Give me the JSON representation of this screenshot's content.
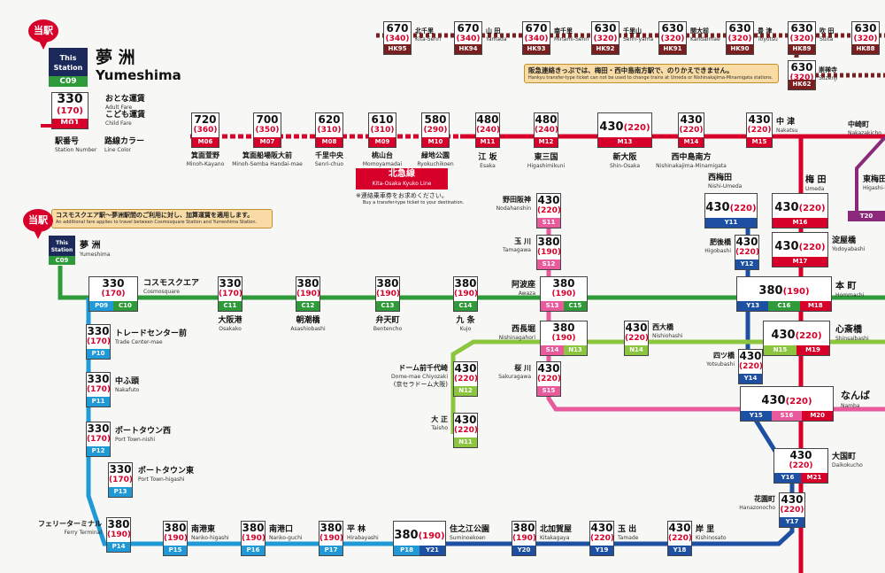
{
  "legend": {
    "current_label": "当駅",
    "this_station_label": "This\nStation",
    "this_station_code": "C09",
    "station_jp": "夢 洲",
    "station_en": "Yumeshima",
    "sample_adult": "330",
    "sample_child": "(170)",
    "sample_code": "M01",
    "adult_jp": "おとな運賃",
    "adult_en": "Adult Fare",
    "child_jp": "こども運賃",
    "child_en": "Child Fare",
    "number_jp": "駅番号",
    "number_en": "Station Number",
    "color_jp": "路線カラー",
    "color_en": "Line Color"
  },
  "hankyu_note": {
    "jp": "阪急連絡きっぷでは、梅田・西中島南方駅で、のりかえできません。",
    "en": "Hankyu transfer-type ticket can not be used to change trains at Umeda or Nishinakajima-Minamigata stations."
  },
  "kita_osaka": {
    "label_jp": "北急線",
    "label_en": "Kita-Osaka Kyuko Line",
    "note_jp": "※連絡乗車券をお求めください。",
    "note_en": "Buy a transfer-type ticket to your destination."
  },
  "cosmo_note": {
    "jp": "コスモスクエア駅〜夢洲駅間のご利用に対し、加算運賃を適用します。",
    "en": "An additional fare applies to travel between Cosmosquare Station and Yumeshima Station."
  },
  "current_station": {
    "bubble": "当駅",
    "this_station": "This\nStation",
    "code": "C09",
    "jp": "夢 洲",
    "en": "Yumeshima"
  },
  "hankyu": [
    {
      "a": "670",
      "c": "(340)",
      "code": "HK95",
      "jp": "北千里",
      "en": "Kita-Senri"
    },
    {
      "a": "670",
      "c": "(340)",
      "code": "HK94",
      "jp": "山 田",
      "en": "Yamada"
    },
    {
      "a": "670",
      "c": "(340)",
      "code": "HK93",
      "jp": "南千里",
      "en": "Minami-Senri"
    },
    {
      "a": "630",
      "c": "(320)",
      "code": "HK92",
      "jp": "千里山",
      "en": "Senri-yama"
    },
    {
      "a": "630",
      "c": "(320)",
      "code": "HK91",
      "jp": "関大前",
      "en": "Kandaimae"
    },
    {
      "a": "630",
      "c": "(320)",
      "code": "HK90",
      "jp": "豊 津",
      "en": "Toyotsu"
    },
    {
      "a": "630",
      "c": "(320)",
      "code": "HK89",
      "jp": "吹 田",
      "en": "Suita"
    },
    {
      "a": "630",
      "c": "(320)",
      "code": "HK88",
      "jp": "",
      "en": ""
    },
    {
      "a": "630",
      "c": "(320)",
      "code": "HK62",
      "jp": "崇禅寺",
      "en": "Sozenji"
    }
  ],
  "kitakyu": [
    {
      "a": "720",
      "c": "(360)",
      "code": "M06",
      "jp": "箕面萱野",
      "en": "Minoh-Kayano"
    },
    {
      "a": "700",
      "c": "(350)",
      "code": "M07",
      "jp": "箕面船場阪大前",
      "en": "Minoh-Semba Handai-mae"
    },
    {
      "a": "620",
      "c": "(310)",
      "code": "M08",
      "jp": "千里中央",
      "en": "Senri-chuo"
    },
    {
      "a": "610",
      "c": "(310)",
      "code": "M09",
      "jp": "桃山台",
      "en": "Momoyamadai"
    },
    {
      "a": "580",
      "c": "(290)",
      "code": "M10",
      "jp": "緑地公園",
      "en": "Ryokuchikoen"
    }
  ],
  "midosuji_n": [
    {
      "a": "480",
      "c": "(240)",
      "code": "M11",
      "jp": "江 坂",
      "en": "Esaka"
    },
    {
      "a": "480",
      "c": "(240)",
      "code": "M12",
      "jp": "東三国",
      "en": "Higashimikuni"
    },
    {
      "a": "430",
      "c": "(220)",
      "code": "M13",
      "jp": "新大阪",
      "en": "Shin-Osaka"
    },
    {
      "a": "430",
      "c": "(220)",
      "code": "M14",
      "jp": "西中島南方",
      "en": "Nishinakajima-Minamigata"
    },
    {
      "a": "430",
      "c": "(220)",
      "code": "M15",
      "jp": "中 津",
      "en": "Nakatsu"
    }
  ],
  "midosuji_s": [
    {
      "a": "430",
      "c": "(220)",
      "code": "M16",
      "jp": "梅 田",
      "en": "Umeda"
    },
    {
      "a": "430",
      "c": "(220)",
      "code": "M17",
      "jp": "淀屋橋",
      "en": "Yodoyabashi"
    }
  ],
  "tanimachi": [
    {
      "jp": "中崎町",
      "en": "Nakazakicho"
    },
    {
      "jp": "東梅田",
      "en": "Higashi-Umeda",
      "code": "T20"
    }
  ],
  "yotsubashi": [
    {
      "a": "430",
      "c": "(220)",
      "code": "Y11",
      "jp": "西梅田",
      "en": "Nishi-Umeda"
    },
    {
      "a": "430",
      "c": "(220)",
      "code": "Y12",
      "jp": "肥後橋",
      "en": "Higobashi"
    },
    {
      "a": "430",
      "c": "(220)",
      "code": "Y14",
      "jp": "四ツ橋",
      "en": "Yotsubashi"
    },
    {
      "a": "430",
      "c": "(220)",
      "code": "Y17",
      "jp": "花園町",
      "en": "Hanazonocho"
    },
    {
      "a": "430",
      "c": "(220)",
      "code": "Y18",
      "jp": "岸 里",
      "en": "Kishinosato"
    },
    {
      "a": "430",
      "c": "(220)",
      "code": "Y19",
      "jp": "玉 出",
      "en": "Tamade"
    },
    {
      "a": "380",
      "c": "(190)",
      "code": "Y20",
      "jp": "北加賀屋",
      "en": "Kitakagaya"
    }
  ],
  "chuo": [
    {
      "a": "330",
      "c": "(170)",
      "code": "C11",
      "jp": "大阪港",
      "en": "Osakako"
    },
    {
      "a": "380",
      "c": "(190)",
      "code": "C12",
      "jp": "朝潮橋",
      "en": "Asashiobashi"
    },
    {
      "a": "380",
      "c": "(190)",
      "code": "C13",
      "jp": "弁天町",
      "en": "Bentencho"
    },
    {
      "a": "380",
      "c": "(190)",
      "code": "C14",
      "jp": "九 条",
      "en": "Kujo"
    }
  ],
  "cosmosquare": {
    "a": "330",
    "c": "(170)",
    "code1": "P09",
    "code2": "C10",
    "jp": "コスモスクエア",
    "en": "Cosmosquare"
  },
  "awaza": {
    "a": "380",
    "c": "(190)",
    "code1": "S13",
    "code2": "C15",
    "jp": "阿波座",
    "en": "Awaza"
  },
  "hommachi": {
    "a": "380",
    "c": "(190)",
    "code1": "Y13",
    "code2": "C16",
    "code3": "M18",
    "jp": "本 町",
    "en": "Hommachi"
  },
  "shinsaibashi": {
    "a": "430",
    "c": "(220)",
    "code1": "N15",
    "code2": "M19",
    "jp": "心斎橋",
    "en": "Shinsaibashi"
  },
  "namba": {
    "a": "430",
    "c": "(220)",
    "code1": "Y15",
    "code2": "S16",
    "code3": "M20",
    "jp": "なんば",
    "en": "Namba"
  },
  "daikokucho": {
    "a": "430",
    "c": "(220)",
    "code1": "Y16",
    "code2": "M21",
    "jp": "大国町",
    "en": "Daikokucho"
  },
  "nishinagahori": {
    "a": "380",
    "c": "(190)",
    "code1": "S14",
    "code2": "N13",
    "jp": "西長堀",
    "en": "Nishinagahori"
  },
  "suminoekoen": {
    "a": "380",
    "c": "(190)",
    "code1": "P18",
    "code2": "Y21",
    "jp": "住之江公園",
    "en": "Suminoekoen"
  },
  "sennichimae": [
    {
      "a": "430",
      "c": "(220)",
      "code": "S11",
      "jp": "野田阪神",
      "en": "Nodahanshin"
    },
    {
      "a": "380",
      "c": "(190)",
      "code": "S12",
      "jp": "玉 川",
      "en": "Tamagawa"
    },
    {
      "a": "430",
      "c": "(220)",
      "code": "S15",
      "jp": "桜 川",
      "en": "Sakuragawa"
    }
  ],
  "nagahori": [
    {
      "a": "430",
      "c": "(220)",
      "code": "N14",
      "jp": "西大橋",
      "en": "Nishiohashi"
    },
    {
      "a": "430",
      "c": "(220)",
      "code": "N12",
      "jp": "ドーム前千代崎",
      "en": "Dome-mae Chiyozaki",
      "jp2": "(京セラドーム大阪)"
    },
    {
      "a": "430",
      "c": "(220)",
      "code": "N11",
      "jp": "大 正",
      "en": "Taisho"
    }
  ],
  "nanko": [
    {
      "a": "330",
      "c": "(170)",
      "code": "P10",
      "jp": "トレードセンター前",
      "en": "Trade Center-mae"
    },
    {
      "a": "330",
      "c": "(170)",
      "code": "P11",
      "jp": "中ふ頭",
      "en": "Nakafuto"
    },
    {
      "a": "330",
      "c": "(170)",
      "code": "P12",
      "jp": "ポートタウン西",
      "en": "Port Town-nishi"
    },
    {
      "a": "330",
      "c": "(170)",
      "code": "P13",
      "jp": "ポートタウン東",
      "en": "Port Town-higashi"
    },
    {
      "a": "380",
      "c": "(190)",
      "code": "P14",
      "jp": "フェリーターミナル",
      "en": "Ferry Terminal"
    },
    {
      "a": "380",
      "c": "(190)",
      "code": "P15",
      "jp": "南港東",
      "en": "Nanko-higashi"
    },
    {
      "a": "380",
      "c": "(190)",
      "code": "P16",
      "jp": "南港口",
      "en": "Nanko-guchi"
    },
    {
      "a": "380",
      "c": "(190)",
      "code": "P17",
      "jp": "平 林",
      "en": "Hirabayashi"
    }
  ],
  "colors": {
    "chuo": "#2f9a3a",
    "nanko": "#1f9ad6",
    "midosuji": "#d6002a",
    "yotsubashi": "#1d4fa3",
    "sennichimae": "#e85a9b",
    "nagahori": "#8cc63f",
    "tanimachi": "#8b2a7a",
    "hankyu": "#7a1f1f"
  }
}
